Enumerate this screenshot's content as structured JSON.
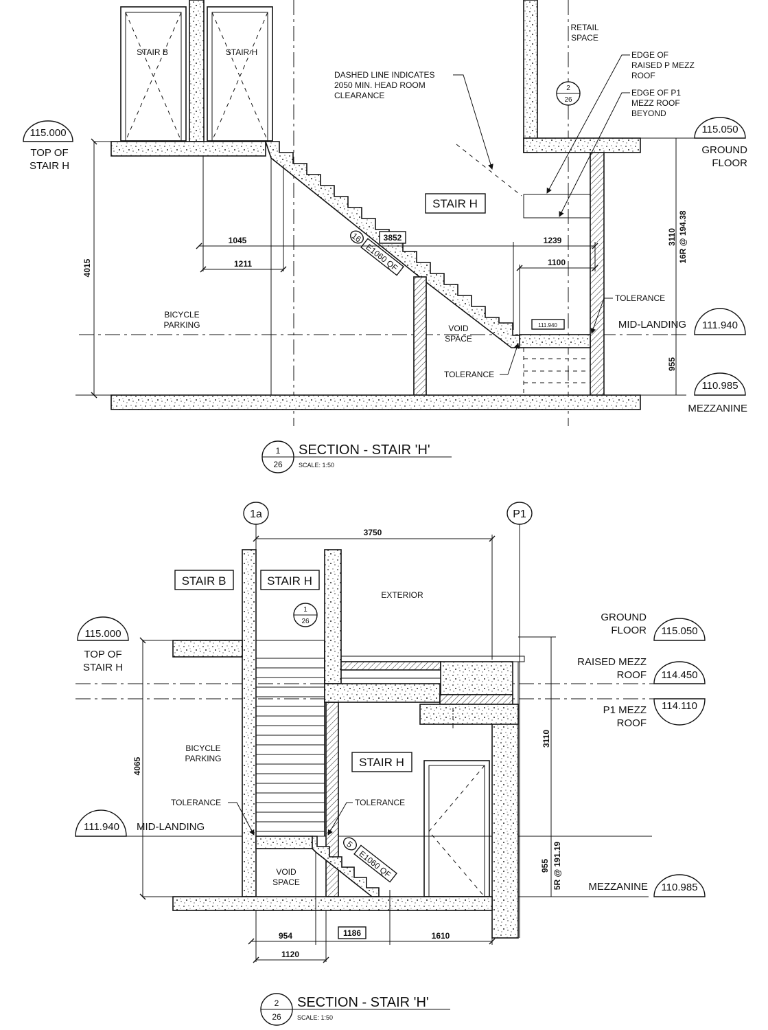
{
  "top_section": {
    "retail_space": [
      "RETAIL",
      "SPACE"
    ],
    "note_dashed": [
      "DASHED LINE INDICATES",
      "2050 MIN. HEAD ROOM",
      "CLEARANCE"
    ],
    "edge_raised": [
      "EDGE OF",
      "RAISED P MEZZ",
      "ROOF"
    ],
    "edge_p1": [
      "EDGE OF P1",
      "MEZZ ROOF",
      "BEYOND"
    ],
    "door_stair_b": "STAIR B",
    "door_stair_h": "STAIR H",
    "level_top": "115.000",
    "level_top_label": [
      "TOP OF",
      "STAIR H"
    ],
    "level_ground": "115.050",
    "level_ground_label": [
      "GROUND",
      "FLOOR"
    ],
    "stair_tag": "STAIR H",
    "dim_1045": "1045",
    "dim_1211": "1211",
    "dim_3852": "3852",
    "dim_1239": "1239",
    "dim_1100": "1100",
    "dim_4015": "4015",
    "dim_3110": "3110",
    "riser_note": "16R @ 194.38",
    "riser_count": "16",
    "fire_rating": "E1060 QF",
    "bicycle": [
      "BICYCLE",
      "PARKING"
    ],
    "void": [
      "VOID",
      "SPACE"
    ],
    "tolerance_1": "TOLERANCE",
    "tolerance_2": "TOLERANCE",
    "midlanding_label": "MID-LANDING",
    "level_mid": "111.940",
    "level_mid_box": "111.940",
    "dim_955": "955",
    "level_mezz": "110.985",
    "level_mezz_label": "MEZZANINE",
    "callout_num": "2",
    "callout_sheet": "26",
    "title": "SECTION - STAIR 'H'",
    "title_num": "1",
    "title_sheet": "26",
    "scale": "SCALE:  1:50"
  },
  "bottom_section": {
    "grid_1a": "1a",
    "grid_p1": "P1",
    "dim_3750": "3750",
    "stair_b_tag": "STAIR B",
    "stair_h_tag": "STAIR H",
    "exterior": "EXTERIOR",
    "callout_num": "1",
    "callout_sheet": "26",
    "level_top": "115.000",
    "level_top_label": [
      "TOP OF",
      "STAIR H"
    ],
    "ground_label": [
      "GROUND",
      "FLOOR"
    ],
    "level_ground": "115.050",
    "raised_label": [
      "RAISED MEZZ",
      "ROOF"
    ],
    "level_raised": "114.450",
    "p1_label": [
      "P1 MEZZ",
      "ROOF"
    ],
    "level_p1": "114.110",
    "dim_4065": "4065",
    "dim_3110": "3110",
    "bicycle": [
      "BICYCLE",
      "PARKING"
    ],
    "stair_h_tag2": "STAIR H",
    "tolerance_1": "TOLERANCE",
    "tolerance_2": "TOLERANCE",
    "level_mid": "111.940",
    "midlanding_label": "MID-LANDING",
    "riser_count": "5",
    "fire_rating": "E1060 QF",
    "void": [
      "VOID",
      "SPACE"
    ],
    "dim_955": "955",
    "riser_note": "5R @ 191.19",
    "mezz_label": "MEZZANINE",
    "level_mezz": "110.985",
    "dim_954": "954",
    "dim_1186": "1186",
    "dim_1610": "1610",
    "dim_1120": "1120",
    "title": "SECTION - STAIR 'H'",
    "title_num": "2",
    "title_sheet": "26",
    "scale": "SCALE:  1:50"
  }
}
